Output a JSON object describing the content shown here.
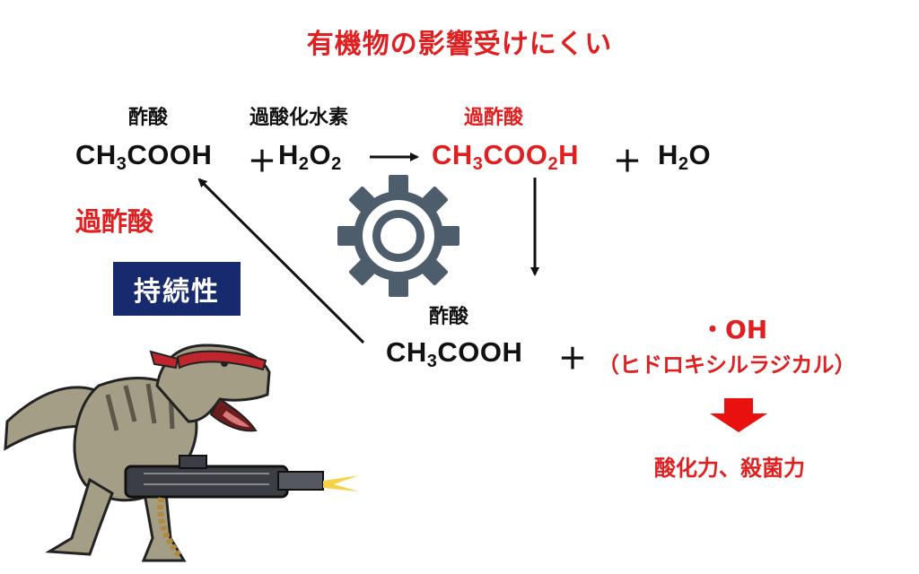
{
  "title": "有機物の影響受けにくい",
  "labels": {
    "acetic_acid_top": "酢酸",
    "hydrogen_peroxide": "過酸化水素",
    "peracetic_acid_top": "過酢酸",
    "peracetic_acid_left": "過酢酸",
    "acetic_acid_bottom": "酢酸",
    "hydroxyl_radical_name": "（ヒドロキシルラジカル）",
    "effect": "酸化力、殺菌力"
  },
  "badge": "持続性",
  "formulas": {
    "ch3cooh_top": {
      "a": "CH",
      "s1": "3",
      "b": "COOH"
    },
    "h2o2": {
      "a": "H",
      "s1": "2",
      "b": "O",
      "s2": "2"
    },
    "ch3coo2h": {
      "a": "CH",
      "s1": "3",
      "b": "COO",
      "s2": "2",
      "c": "H"
    },
    "h2o": {
      "a": "H",
      "s1": "2",
      "b": "O"
    },
    "ch3cooh_bottom": {
      "a": "CH",
      "s1": "3",
      "b": "COOH"
    },
    "oh_radical": "・OH"
  },
  "plus_sign": "＋",
  "colors": {
    "red": "#e02020",
    "badge_bg": "#172a6e",
    "gear": "#4e5d6c",
    "arrow_red": "#e8110f"
  },
  "icons": [
    "gear-icon",
    "arrow-right-icon",
    "arrow-down-icon",
    "arrow-up-left-icon",
    "red-down-arrow-icon",
    "dinosaur-illustration"
  ]
}
